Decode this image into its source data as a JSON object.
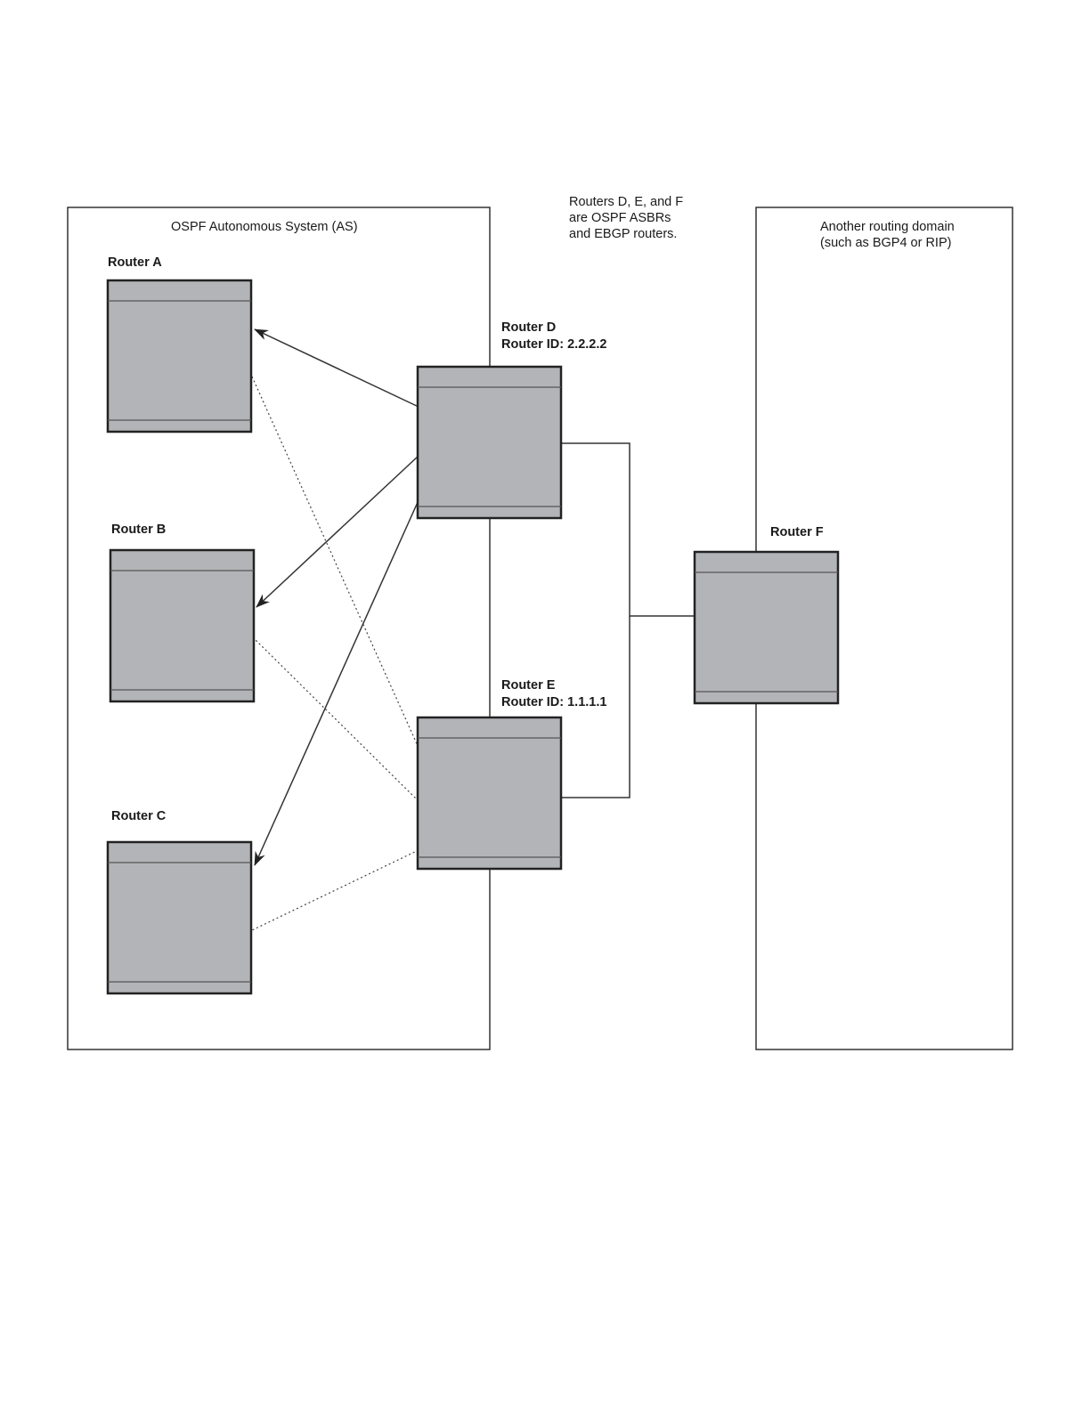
{
  "regions": {
    "ospf_as": {
      "label": "OSPF Autonomous System (AS)"
    },
    "other_domain": {
      "label": "Another routing domain\n(such as BGP4 or RIP)"
    }
  },
  "note": "Routers D, E, and F\nare OSPF ASBRs\nand EBGP routers.",
  "routers": [
    {
      "id": "A",
      "label": "Router A"
    },
    {
      "id": "B",
      "label": "Router B"
    },
    {
      "id": "C",
      "label": "Router C"
    },
    {
      "id": "D",
      "label": "Router D",
      "router_id": "Router ID: 2.2.2.2"
    },
    {
      "id": "E",
      "label": "Router E",
      "router_id": "Router ID: 1.1.1.1"
    },
    {
      "id": "F",
      "label": "Router F"
    }
  ],
  "links": [
    {
      "from": "D",
      "to": "A",
      "style": "solid-arrow"
    },
    {
      "from": "D",
      "to": "B",
      "style": "solid-arrow"
    },
    {
      "from": "D",
      "to": "C",
      "style": "solid-arrow"
    },
    {
      "from": "E",
      "to": "A",
      "style": "dotted"
    },
    {
      "from": "E",
      "to": "B",
      "style": "dotted"
    },
    {
      "from": "E",
      "to": "C",
      "style": "dotted"
    },
    {
      "from": "D",
      "to": "F",
      "style": "solid"
    },
    {
      "from": "E",
      "to": "F",
      "style": "solid"
    }
  ],
  "colors": {
    "router_fill": "#b3b4b7",
    "outline": "#222222",
    "line": "#333333"
  }
}
